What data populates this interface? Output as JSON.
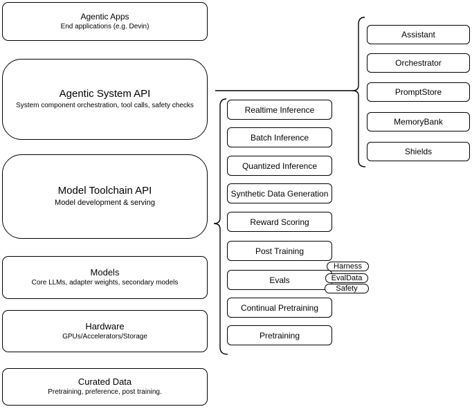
{
  "diagram": {
    "colors": {
      "background": "#ffffff",
      "stroke": "#000000",
      "node_fill": "#ffffff",
      "text": "#000000"
    },
    "left_column": {
      "nodes": [
        {
          "id": "agentic-apps",
          "title": "Agentic Apps",
          "subtitle": "End applications (e.g. Devin)"
        },
        {
          "id": "agentic-system-api",
          "title": "Agentic System API",
          "subtitle": "System component orchestration, tool calls, safety checks"
        },
        {
          "id": "model-toolchain-api",
          "title": "Model Toolchain API",
          "subtitle": "Model development & serving"
        },
        {
          "id": "models",
          "title": "Models",
          "subtitle": "Core LLMs, adapter weights, secondary models"
        },
        {
          "id": "hardware",
          "title": "Hardware",
          "subtitle": "GPUs/Accelerators/Storage"
        },
        {
          "id": "curated-data",
          "title": "Curated Data",
          "subtitle": "Pretraining, preference, post training."
        }
      ]
    },
    "middle_column": {
      "nodes": [
        {
          "id": "realtime-inference",
          "label": "Realtime Inference"
        },
        {
          "id": "batch-inference",
          "label": "Batch Inference"
        },
        {
          "id": "quantized-inference",
          "label": "Quantized Inference"
        },
        {
          "id": "synthetic-data-generation",
          "label": "Synthetic Data Generation"
        },
        {
          "id": "reward-scoring",
          "label": "Reward Scoring"
        },
        {
          "id": "post-training",
          "label": "Post Training"
        },
        {
          "id": "evals",
          "label": "Evals"
        },
        {
          "id": "continual-pretraining",
          "label": "Continual Pretraining"
        },
        {
          "id": "pretraining",
          "label": "Pretraining"
        }
      ]
    },
    "eval_tags": {
      "nodes": [
        {
          "id": "harness",
          "label": "Harness"
        },
        {
          "id": "evaldata",
          "label": "EvalData"
        },
        {
          "id": "safety",
          "label": "Safety"
        }
      ]
    },
    "right_column": {
      "nodes": [
        {
          "id": "assistant",
          "label": "Assistant"
        },
        {
          "id": "orchestrator",
          "label": "Orchestrator"
        },
        {
          "id": "promptstore",
          "label": "PromptStore"
        },
        {
          "id": "memorybank",
          "label": "MemoryBank"
        },
        {
          "id": "shields",
          "label": "Shields"
        }
      ]
    }
  }
}
